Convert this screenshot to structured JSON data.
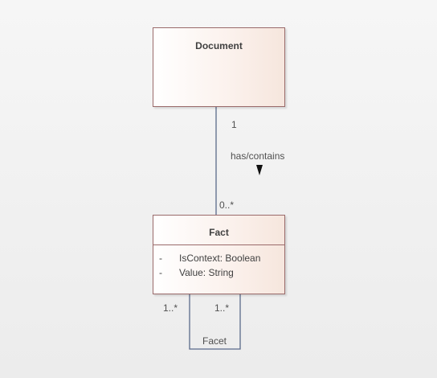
{
  "classes": {
    "document": {
      "name": "Document"
    },
    "fact": {
      "name": "Fact",
      "attributes": [
        {
          "visibility": "-",
          "text": "IsContext: Boolean"
        },
        {
          "visibility": "-",
          "text": "Value: String"
        }
      ]
    }
  },
  "associations": {
    "has_contains": {
      "name": "has/contains",
      "source_multiplicity": "1",
      "target_multiplicity": "0..*"
    },
    "facet": {
      "name": "Facet",
      "source_multiplicity": "1..*",
      "target_multiplicity": "1..*"
    }
  },
  "colors": {
    "line": "#5a6a8a",
    "class_border": "#9a6a6a"
  }
}
